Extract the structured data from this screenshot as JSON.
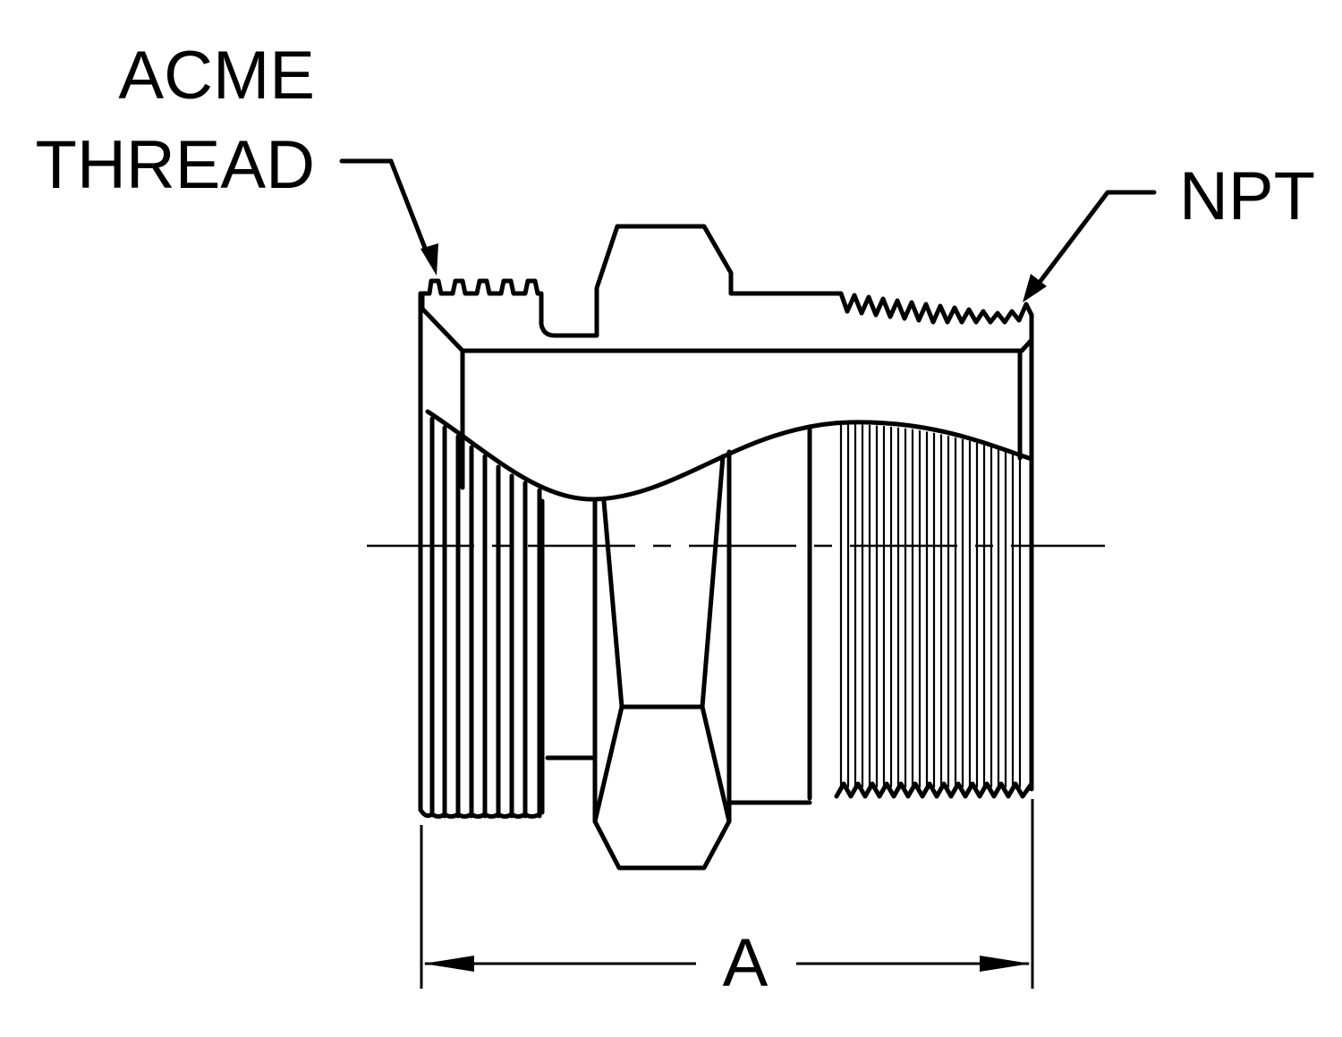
{
  "labels": {
    "acme_line1": "ACME",
    "acme_line2": "THREAD",
    "npt": "NPT",
    "dimension": "A"
  },
  "colors": {
    "line": "#000000",
    "background": "#ffffff"
  }
}
